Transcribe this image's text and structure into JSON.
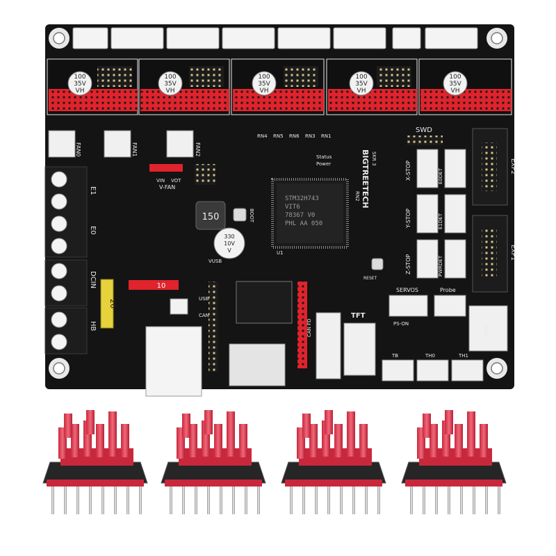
{
  "board": {
    "brand": "BIGTREETECH",
    "model": "SKR 3",
    "mcu_lines": [
      "STM32H743",
      "VIT6",
      "78367 V0",
      "PHL AA 050"
    ],
    "inductor": "150",
    "main_cap": [
      "330",
      "10V",
      "V"
    ],
    "driver_caps": [
      "100",
      "35V",
      "VH"
    ],
    "fuse_big": "20",
    "fuse_small": "10",
    "labels": {
      "swd": "SWD",
      "exp1": "EXP1",
      "exp2": "EXP2",
      "tft": "TFT",
      "servos": "SERVOS",
      "probe": "Probe",
      "status": "Status",
      "power": "Power",
      "boot": "BOOT",
      "reset": "RESET",
      "can_fd": "CAN FD",
      "rgb": "RGB",
      "ps_on": "PS-ON",
      "x_stop": "X-STOP",
      "y_stop": "Y-STOP",
      "z_stop": "Z-STOP",
      "e0det": "E0DET",
      "e1det": "E1DET",
      "pwrdet": "PWRDET",
      "fan0": "FAN0",
      "fan1": "FAN1",
      "fan2": "FAN2",
      "vfan": "V-FAN",
      "vin": "VIN",
      "vot": "VOT",
      "tb": "TB",
      "th0": "TH0",
      "th1": "TH1",
      "e1": "E1",
      "e0": "E0",
      "dcin": "DCIN",
      "hb": "HB",
      "usb": "USB",
      "can": "CAN",
      "vusb": "VUSB",
      "rn": [
        "RN4",
        "RN5",
        "RN6",
        "RN3",
        "RN1"
      ],
      "rn2": "RN2",
      "u1": "U1"
    }
  },
  "colors": {
    "pcb": "#141414",
    "header_red": "#e0232c",
    "heatsink_red": "#e0455a",
    "connector": "#ffffff",
    "terminal": "#1d1d1d"
  }
}
